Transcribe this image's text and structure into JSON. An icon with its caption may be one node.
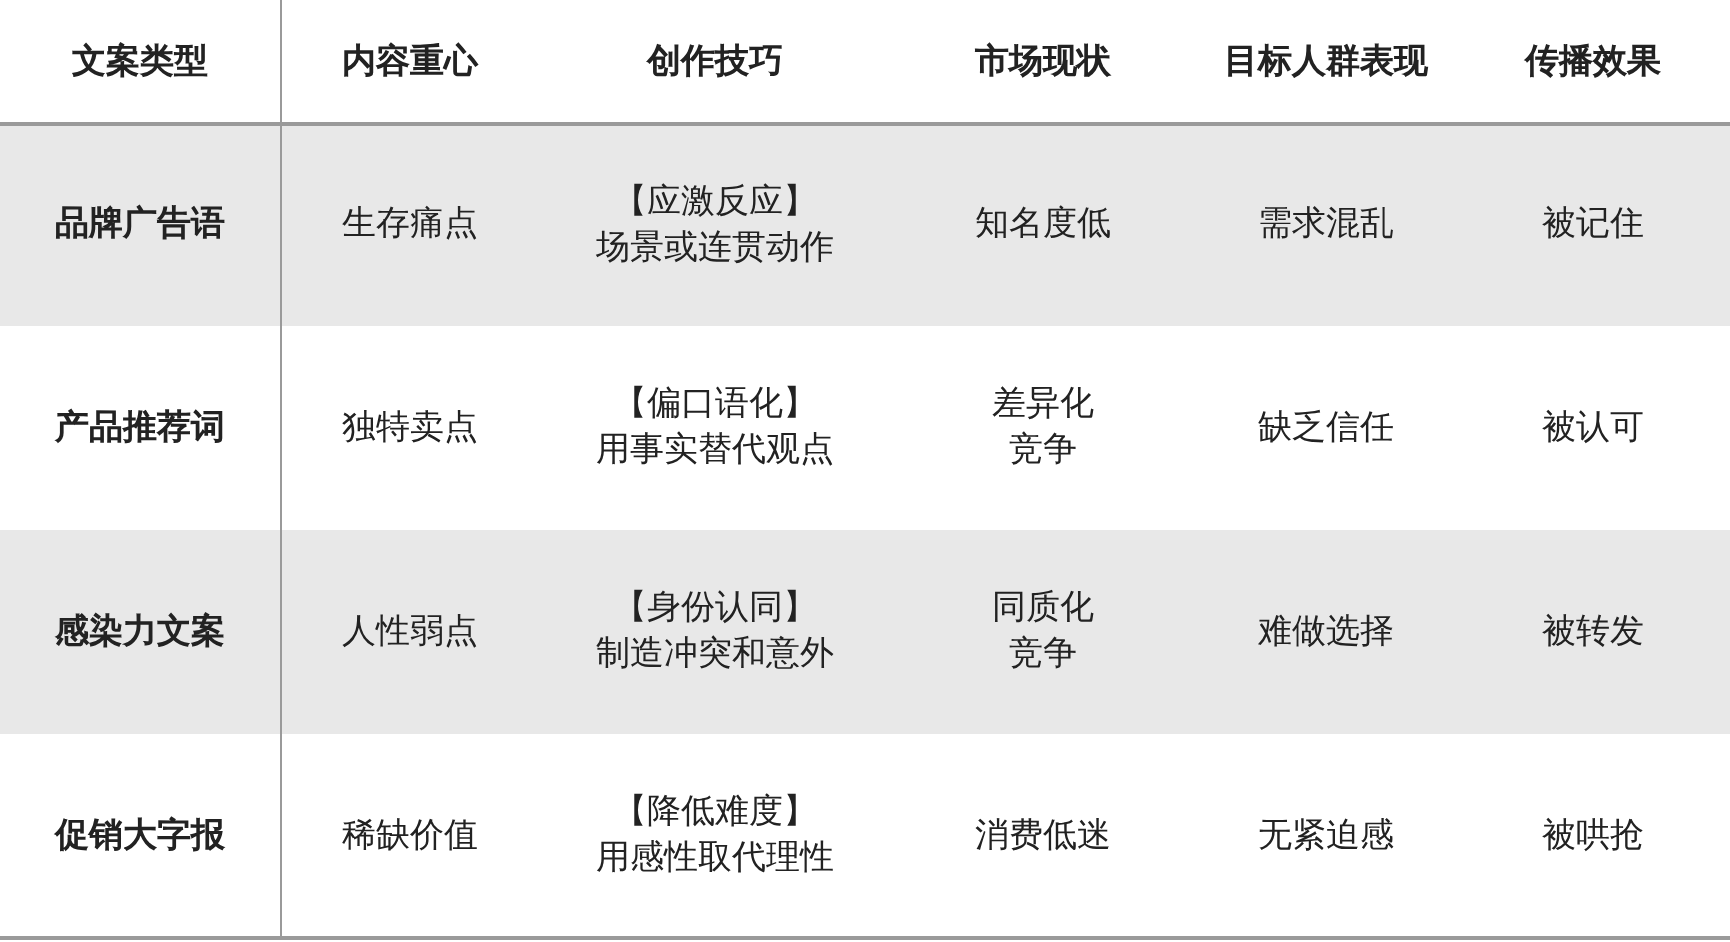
{
  "diagram": {
    "labels": [
      "文案类型",
      "内容重心",
      "创作技巧",
      "市场现状",
      "目标人群表现",
      "传播效果",
      "品牌广告语",
      "生存痛点",
      "【应激反应】",
      "场景或连贯动作",
      "知名度低",
      "需求混乱",
      "被记住",
      "产品推荐词",
      "独特卖点",
      "【偏口语化】",
      "用事实替代观点",
      "差异化竞争",
      "缺乏信任",
      "被认可",
      "感染力文案",
      "人性弱点",
      "【身份认同】",
      "制造冲突和意外",
      "同质化竞争",
      "难做选择",
      "被转发",
      "促销大字报",
      "稀缺价值",
      "【降低难度】",
      "用感性取代理性",
      "消费低迷",
      "无紧迫感",
      "被哄抢"
    ]
  }
}
